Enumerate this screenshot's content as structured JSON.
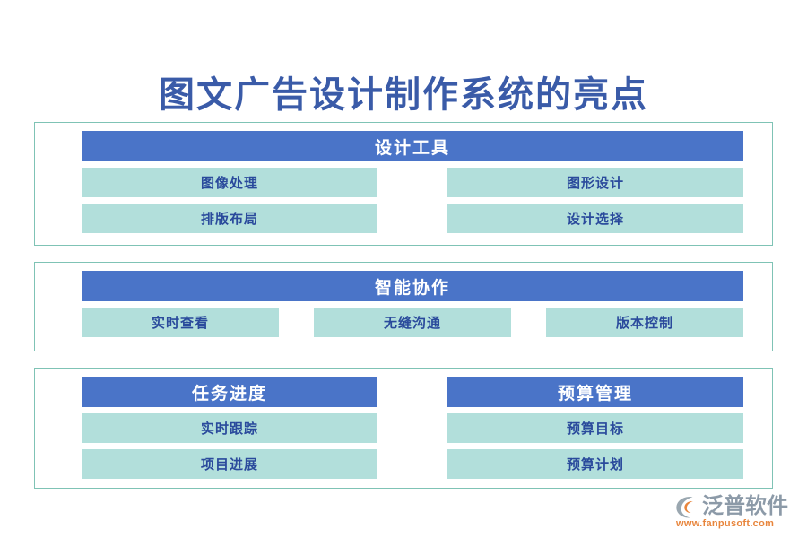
{
  "title": "图文广告设计制作系统的亮点",
  "colors": {
    "header_blue": "#4a74c8",
    "item_mint": "#b2dfdb",
    "frame_border": "#7fc3b5",
    "title_blue": "#3a5ba8",
    "item_text_blue": "#2a4a9c",
    "logo_gray": "#8c9aa8",
    "logo_orange": "#e8853c",
    "background": "#ffffff"
  },
  "sections": [
    {
      "id": "section-1",
      "groups": [
        {
          "header": "设计工具",
          "items": [
            "图像处理",
            "图形设计",
            "排版布局",
            "设计选择"
          ]
        }
      ]
    },
    {
      "id": "section-2",
      "groups": [
        {
          "header": "智能协作",
          "items": [
            "实时查看",
            "无缝沟通",
            "版本控制"
          ]
        }
      ]
    },
    {
      "id": "section-3",
      "groups": [
        {
          "header": "任务进度",
          "items": [
            "实时跟踪",
            "项目进展"
          ]
        },
        {
          "header": "预算管理",
          "items": [
            "预算目标",
            "预算计划"
          ]
        }
      ]
    }
  ],
  "logo": {
    "mark": "fanpu-swoosh-icon",
    "name": "泛普软件",
    "url": "www.fanpusoft.com"
  }
}
